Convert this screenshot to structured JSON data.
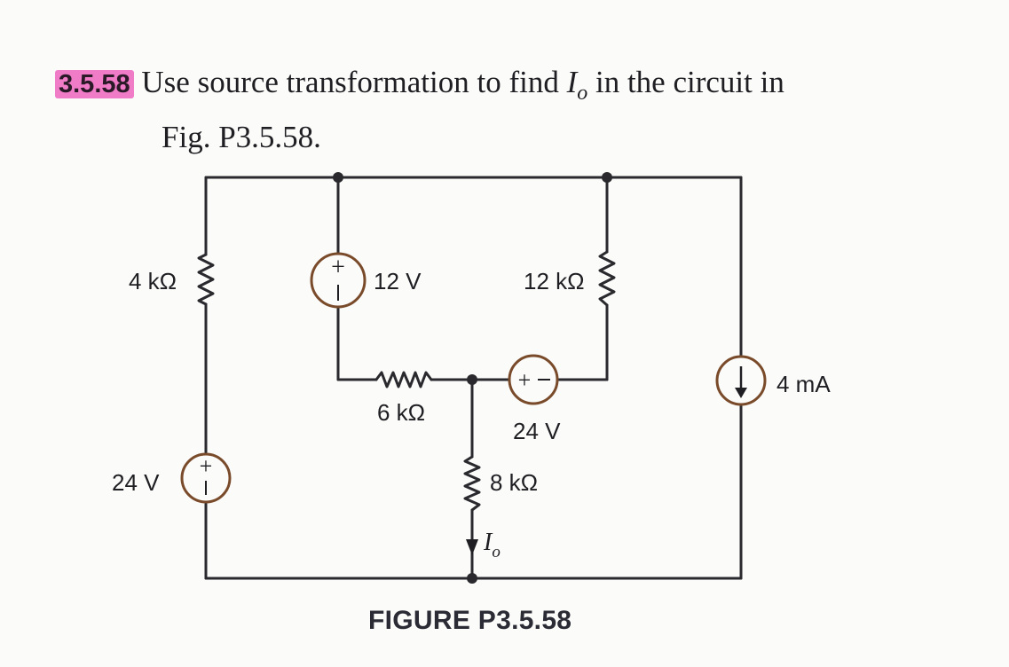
{
  "problem": {
    "number": "3.5.58",
    "text_before": "Use source transformation to find ",
    "variable": "I",
    "variable_subscript": "o",
    "text_after": " in the circuit in",
    "line2": "Fig. P3.5.58."
  },
  "circuit": {
    "labels": {
      "r_left": "4 kΩ",
      "v_top": "12 V",
      "r_right": "12 kΩ",
      "r_mid": "6 kΩ",
      "v_mid": "24 V",
      "v_left": "24 V",
      "r_bottom": "8 kΩ",
      "i_source": "4 mA",
      "current_var": "I",
      "current_sub": "o"
    },
    "colors": {
      "wire": "#2a2a2e",
      "source_ring": "#7a4b2a"
    }
  },
  "figure": {
    "caption": "FIGURE P3.5.58"
  }
}
